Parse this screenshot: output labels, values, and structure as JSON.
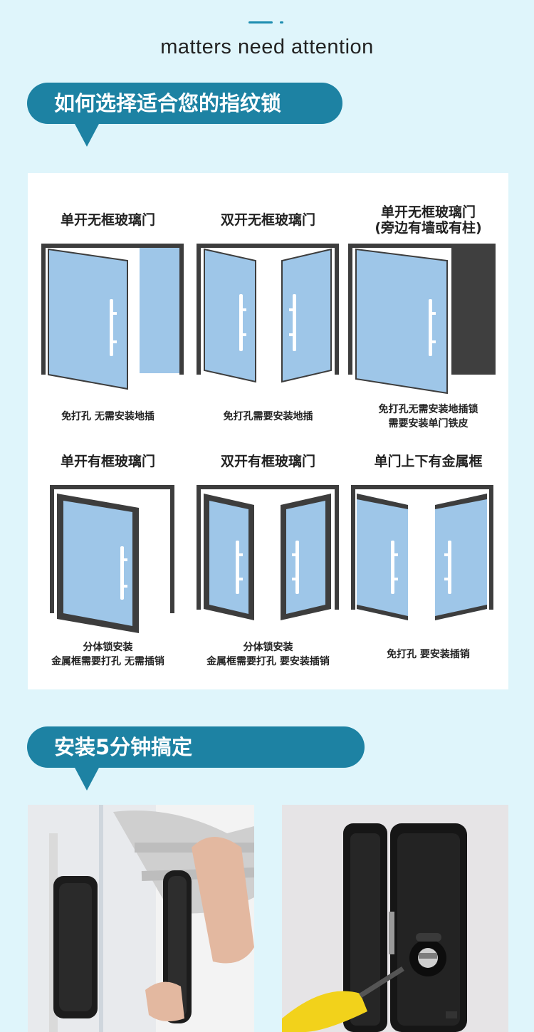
{
  "header": {
    "subtitle": "matters need attention"
  },
  "section1": {
    "title": "如何选择适合您的指纹锁",
    "doors": [
      {
        "title": "单开无框玻璃门",
        "title2": "",
        "caption": "免打孔 无需安装地插",
        "caption2": ""
      },
      {
        "title": "双开无框玻璃门",
        "title2": "",
        "caption": "免打孔需要安装地插",
        "caption2": ""
      },
      {
        "title": "单开无框玻璃门",
        "title2": "(旁边有墙或有柱)",
        "caption": "免打孔无需安装地插锁",
        "caption2": "需要安装单门铁皮"
      },
      {
        "title": "单开有框玻璃门",
        "title2": "",
        "caption": "分体锁安装",
        "caption2": "金属框需要打孔 无需插销"
      },
      {
        "title": "双开有框玻璃门",
        "title2": "",
        "caption": "分体锁安装",
        "caption2": "金属框需要打孔 要安装插销"
      },
      {
        "title": "单门上下有金属框",
        "title2": "",
        "caption": "免打孔 要安装插销",
        "caption2": ""
      }
    ]
  },
  "section2": {
    "title": "安装5分钟搞定"
  },
  "colors": {
    "accent": "#1d82a3",
    "background": "#dff5fb",
    "glass": "#9ec6e8",
    "frame": "#3d3d3d"
  }
}
